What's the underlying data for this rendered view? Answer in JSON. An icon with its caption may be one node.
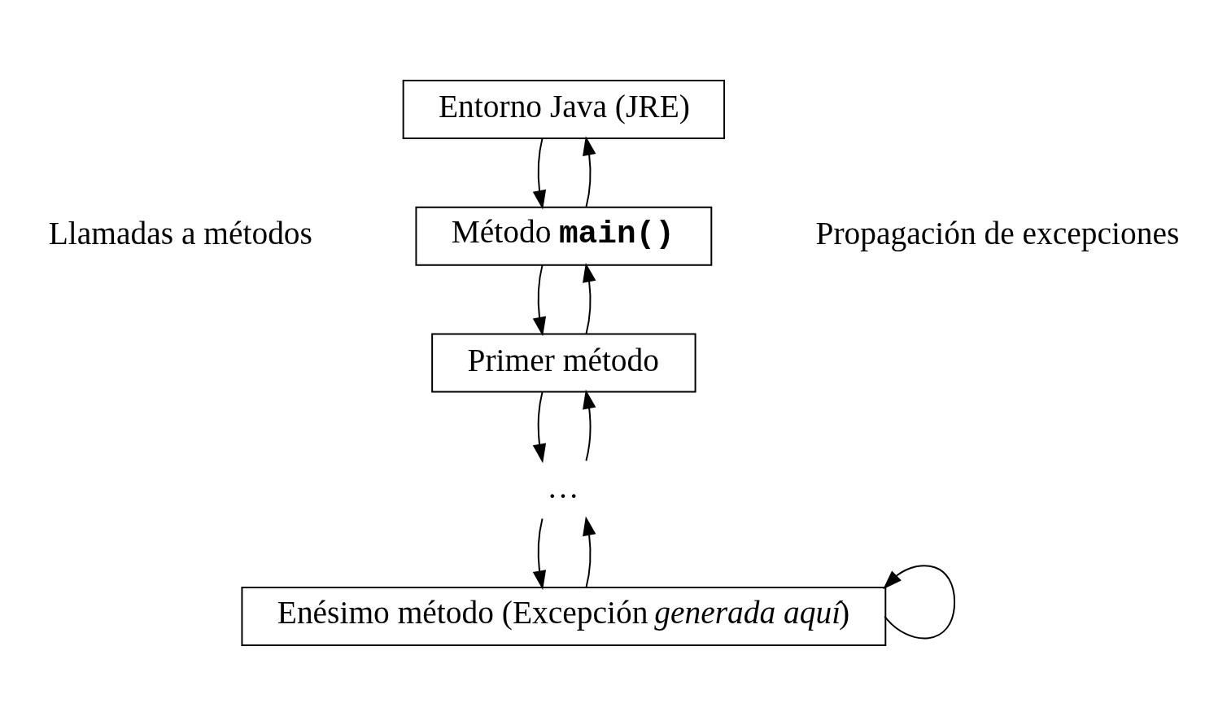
{
  "diagram": {
    "nodes": [
      {
        "text": [
          "Entorno Java (JRE)"
        ]
      },
      {
        "text": [
          "Método **main()**"
        ]
      },
      {
        "text": [
          "Primer método"
        ]
      },
      {
        "text": [
          "…"
        ]
      },
      {
        "text": [
          "Enésimo método (Excepción *generada aquí*)"
        ]
      }
    ],
    "edges": [
      {
        "from": 0,
        "to": 1,
        "arrow": "to"
      },
      {
        "from": 1,
        "to": 0,
        "arrow": "to"
      },
      {
        "from": 1,
        "to": 2,
        "arrow": "to"
      },
      {
        "from": 2,
        "to": 1,
        "arrow": "to"
      },
      {
        "from": 2,
        "to": 3,
        "arrow": "to"
      },
      {
        "from": 3,
        "to": 2,
        "arrow": "to"
      },
      {
        "from": 3,
        "to": 4,
        "arrow": "to"
      },
      {
        "from": 4,
        "to": 3,
        "arrow": "to"
      },
      {
        "from": 4,
        "to": 4,
        "arrow": "to"
      }
    ],
    "labels": [
      "Llamadas a métodos",
      "Propagación de excepciones"
    ]
  }
}
